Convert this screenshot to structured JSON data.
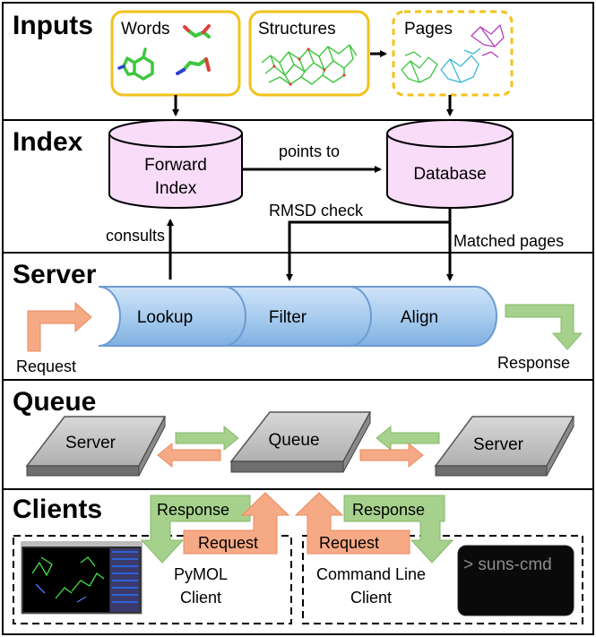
{
  "sections": {
    "inputs": "Inputs",
    "index": "Index",
    "server": "Server",
    "queue": "Queue",
    "clients": "Clients"
  },
  "inputs": {
    "words": "Words",
    "structures": "Structures",
    "pages": "Pages"
  },
  "index": {
    "forward_index_line1": "Forward",
    "forward_index_line2": "Index",
    "database": "Database",
    "points_to": "points to"
  },
  "server": {
    "consults": "consults",
    "rmsd_check": "RMSD check",
    "matched_pages": "Matched pages",
    "lookup": "Lookup",
    "filter": "Filter",
    "align": "Align",
    "request": "Request",
    "response": "Response"
  },
  "queue": {
    "server_left": "Server",
    "queue_center": "Queue",
    "server_right": "Server"
  },
  "clients": {
    "response_left": "Response",
    "request_left": "Request",
    "response_right": "Response",
    "request_right": "Request",
    "pymol_line1": "PyMOL",
    "pymol_line2": "Client",
    "cmdline_line1": "Command Line",
    "cmdline_line2": "Client",
    "terminal_text": "> suns-cmd"
  },
  "colors": {
    "input_box_border": "#f2c21b",
    "cylinder_fill": "#f8dcf8",
    "pipeline_fill": "#a9cdef",
    "pipeline_stroke": "#6c9bd2",
    "orange_arrow": "#f6a985",
    "green_arrow": "#a6d18c",
    "slab_top": "#c4c4c4",
    "slab_side": "#6e6e6e",
    "molecule_green": "#3fc63f",
    "molecule_cyan": "#36b8d4",
    "molecule_magenta": "#b43fb8"
  }
}
